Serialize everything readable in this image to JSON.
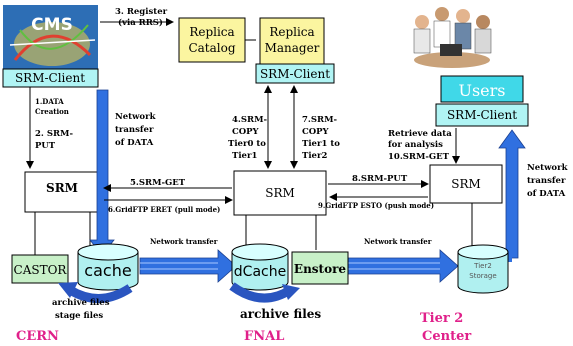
{
  "boxes": {
    "cms_logo": "CMS",
    "cms_client": "SRM-Client",
    "replica_catalog": [
      "Replica",
      "Catalog"
    ],
    "replica_manager": [
      "Replica",
      "Manager"
    ],
    "rm_client": "SRM-Client",
    "users": "Users",
    "users_client": "SRM-Client",
    "srm_cern": "SRM",
    "srm_fnal": "SRM",
    "srm_tier2": "SRM",
    "castor": "CASTOR",
    "cache": "cache",
    "dcache": "dCache",
    "enstore": "Enstore",
    "tier2_storage": [
      "Tier2",
      "Storage"
    ]
  },
  "labels": {
    "register": [
      "3. Register",
      "(via RRS)"
    ],
    "data_creation": [
      "1.DATA",
      "Creation"
    ],
    "srm_put_1": [
      "2. SRM-",
      "PUT"
    ],
    "network_transfer_cern": [
      "Network",
      "transfer",
      "of DATA"
    ],
    "srm_copy_tier0": [
      "4.SRM-",
      "COPY",
      "Tier0 to",
      "Tier1"
    ],
    "srm_copy_tier1": [
      "7.SRM-",
      "COPY",
      "Tier1 to",
      "Tier2"
    ],
    "retrieve": [
      "Retrieve data",
      "for analysis",
      "10.SRM-GET"
    ],
    "network_transfer_tier2": [
      "Network",
      "transfer",
      "of DATA"
    ],
    "srm_get_5": "5.SRM-GET",
    "gridftp_eret": "6.GridFTP ERET (pull mode)",
    "srm_put_8": "8.SRM-PUT",
    "gridftp_esto": "9.GridFTP ESTO (push mode)",
    "network_transfer_1": "Network transfer",
    "network_transfer_2": "Network transfer",
    "archive_stage": [
      "archive files",
      "stage files"
    ],
    "archive_fnal": "archive files"
  },
  "locations": {
    "cern": "CERN",
    "fnal": "FNAL",
    "tier2": [
      "Tier 2",
      "Center"
    ]
  },
  "colors": {
    "yellow_box": "#fbf5a0",
    "cyan_box": "#a8f0f0",
    "users_box": "#40d8e8",
    "green_box": "#c8f0c8",
    "cylinder": "#b0f0f0",
    "arrow_blue": "#3070e0",
    "location_pink": "#e0208a"
  }
}
